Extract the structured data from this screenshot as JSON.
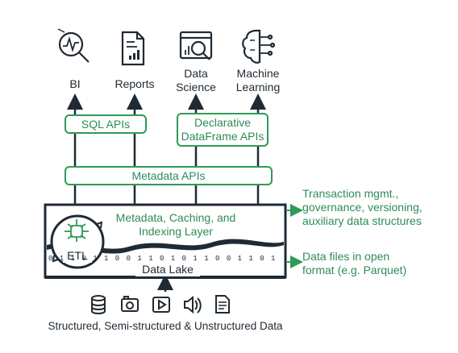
{
  "consumers": [
    {
      "icon": "bi-chart-magnifier-icon",
      "label": "BI"
    },
    {
      "icon": "report-document-icon",
      "label": "Reports"
    },
    {
      "icon": "data-science-icon",
      "label": "Data\nScience"
    },
    {
      "icon": "brain-circuit-icon",
      "label": "Machine\nLearning"
    }
  ],
  "apis": {
    "sql": "SQL APIs",
    "dataframe": "Declarative\nDataFrame APIs",
    "metadata": "Metadata APIs"
  },
  "layer": {
    "title": "Metadata, Caching, and\nIndexing Layer",
    "etl": "ETL",
    "lake": "Data Lake",
    "binary": "0 1 1 0 1 1 0 0 1 1 0 1 0 1 1 0 0 1 1 0 1 1 0 1 0 0 1 1 0 1 1 0"
  },
  "side_notes": {
    "transaction": "Transaction mgmt.,\ngovernance, versioning,\nauxiliary data structures",
    "files": "Data files in open\nformat (e.g. Parquet)"
  },
  "sources": {
    "icons": [
      "database-icon",
      "image-icon",
      "video-icon",
      "audio-icon",
      "text-file-icon"
    ],
    "caption": "Structured, Semi-structured & Unstructured Data"
  },
  "colors": {
    "accent": "#2e9b57",
    "dark": "#1f2a33"
  }
}
